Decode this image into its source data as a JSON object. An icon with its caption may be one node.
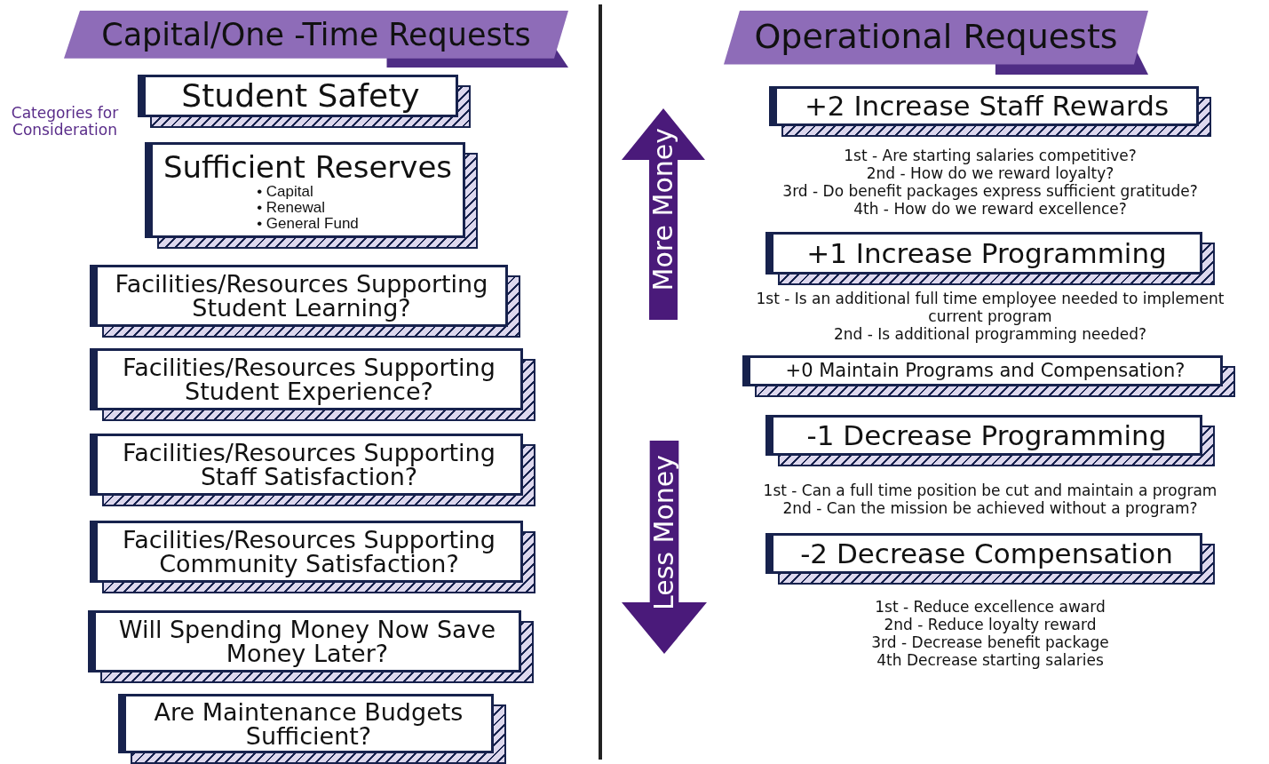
{
  "diagram": {
    "nodes": [
      {
        "text": [
          "Capital/One -Time Requests"
        ]
      },
      {
        "text": [
          "Student Safety"
        ]
      },
      {
        "text": [
          "Sufficient Reserves",
          "• Capital",
          "• Renewal",
          "• General Fund"
        ]
      },
      {
        "text": [
          "Facilities/Resources Supporting Student Learning?"
        ]
      },
      {
        "text": [
          "Facilities/Resources Supporting Student Experience?"
        ]
      },
      {
        "text": [
          "Facilities/Resources Supporting Staff Satisfaction?"
        ]
      },
      {
        "text": [
          "Facilities/Resources Supporting Community Satisfaction?"
        ]
      },
      {
        "text": [
          "Will Spending Money Now Save Money Later?"
        ]
      },
      {
        "text": [
          "Are Maintenance Budgets Sufficient?"
        ]
      },
      {
        "text": [
          "Operational Requests"
        ]
      },
      {
        "text": [
          "More Money"
        ]
      },
      {
        "text": [
          "+2 Increase Staff Rewards"
        ],
        "beside": [
          "1st - Are starting salaries competitive?",
          "2nd - How do we reward loyalty?",
          "3rd - Do benefit packages express sufficient gratitude?",
          "4th - How do we reward excellence?"
        ]
      },
      {
        "text": [
          "+1 Increase Programming"
        ],
        "beside": [
          "1st - Is an additional full time employee needed to implement current program",
          "2nd - Is additional programming needed?"
        ]
      },
      {
        "text": [
          "+0 Maintain Programs and Compensation?"
        ]
      },
      {
        "text": [
          "-1 Decrease Programming"
        ],
        "beside": [
          "1st - Can a full time position be cut and maintain a program",
          "2nd - Can the mission be achieved without a program?"
        ]
      },
      {
        "text": [
          "-2 Decrease Compensation"
        ],
        "beside": [
          "1st - Reduce excellence award",
          "2nd - Reduce loyalty reward",
          "3rd - Decrease benefit package",
          "4th Decrease starting salaries"
        ]
      },
      {
        "text": [
          "Less Money"
        ]
      }
    ],
    "edges": [],
    "labels": [
      "Categories for Consideration"
    ]
  }
}
